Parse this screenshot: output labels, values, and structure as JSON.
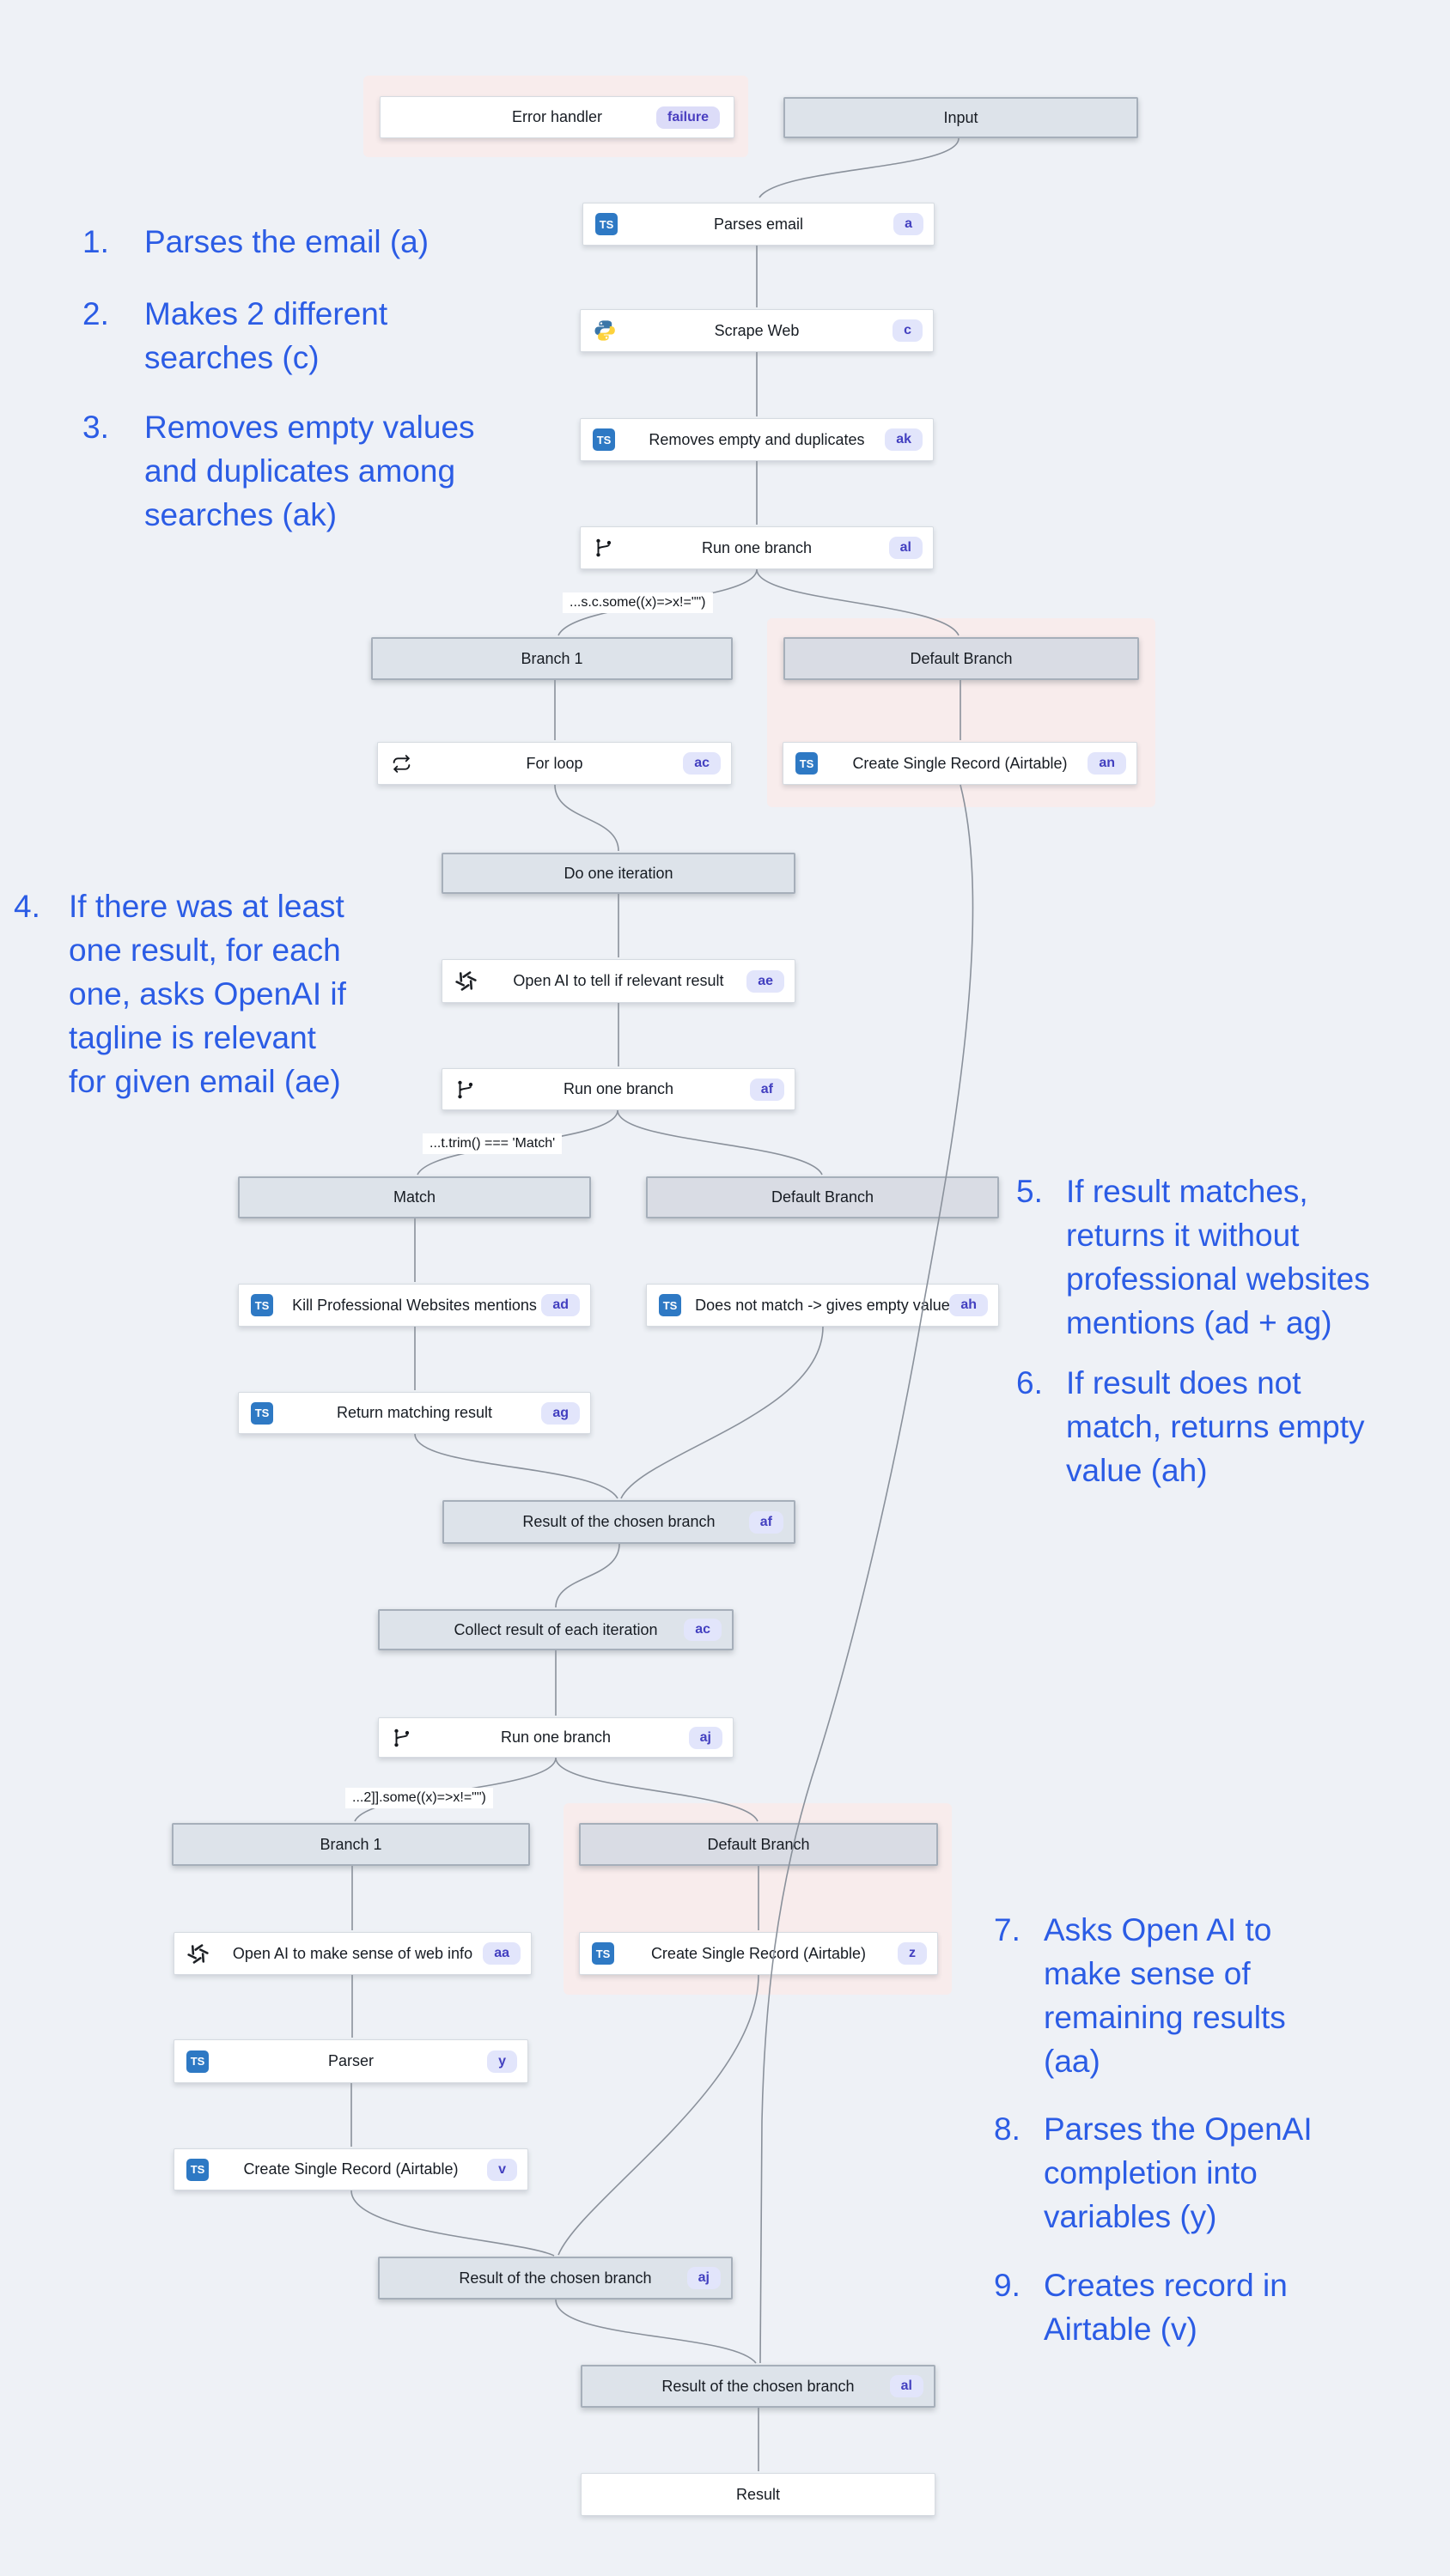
{
  "colors": {
    "background": "#eef1f6",
    "annotation_blue": "#2b5ce5",
    "badge_bg": "#e2e5fb",
    "badge_text": "#4340c0",
    "header_bg": "#dde3ea",
    "halo_pink": "#f8ecec",
    "typescript_blue": "#2e79c4",
    "connector_gray": "#8a919b"
  },
  "boxes": [
    {
      "label": "Error handler",
      "badge": "failure",
      "icon": "none"
    },
    {
      "label": "Input",
      "badge": "",
      "icon": "none"
    },
    {
      "label": "Parses email",
      "badge": "a",
      "icon": "typescript"
    },
    {
      "label": "Scrape Web",
      "badge": "c",
      "icon": "python"
    },
    {
      "label": "Removes empty and duplicates",
      "badge": "ak",
      "icon": "typescript"
    },
    {
      "label": "Run one branch",
      "badge": "al",
      "icon": "branch"
    },
    {
      "label": "Branch 1",
      "badge": "",
      "icon": "none"
    },
    {
      "label": "Default Branch",
      "badge": "",
      "icon": "none"
    },
    {
      "label": "For loop",
      "badge": "ac",
      "icon": "loop"
    },
    {
      "label": "Create Single Record (Airtable)",
      "badge": "an",
      "icon": "typescript"
    },
    {
      "label": "Do one iteration",
      "badge": "",
      "icon": "none"
    },
    {
      "label": "Open AI to tell if relevant result",
      "badge": "ae",
      "icon": "openai"
    },
    {
      "label": "Run one branch",
      "badge": "af",
      "icon": "branch"
    },
    {
      "label": "Match",
      "badge": "",
      "icon": "none"
    },
    {
      "label": "Default Branch",
      "badge": "",
      "icon": "none"
    },
    {
      "label": "Kill Professional Websites mentions",
      "badge": "ad",
      "icon": "typescript"
    },
    {
      "label": "Does not match -> gives empty value",
      "badge": "ah",
      "icon": "typescript"
    },
    {
      "label": "Return matching result",
      "badge": "ag",
      "icon": "typescript"
    },
    {
      "label": "Result of the chosen branch",
      "badge": "af",
      "icon": "none"
    },
    {
      "label": "Collect result of each iteration",
      "badge": "ac",
      "icon": "none"
    },
    {
      "label": "Run one branch",
      "badge": "aj",
      "icon": "branch"
    },
    {
      "label": "Branch 1",
      "badge": "",
      "icon": "none"
    },
    {
      "label": "Default Branch",
      "badge": "",
      "icon": "none"
    },
    {
      "label": "Open AI to make sense of web info",
      "badge": "aa",
      "icon": "openai"
    },
    {
      "label": "Create Single Record (Airtable)",
      "badge": "z",
      "icon": "typescript"
    },
    {
      "label": "Parser",
      "badge": "y",
      "icon": "typescript"
    },
    {
      "label": "Create Single Record (Airtable)",
      "badge": "v",
      "icon": "typescript"
    },
    {
      "label": "Result of the chosen branch",
      "badge": "aj",
      "icon": "none"
    },
    {
      "label": "Result of the chosen branch",
      "badge": "al",
      "icon": "none"
    },
    {
      "label": "Result",
      "badge": "",
      "icon": "none"
    }
  ],
  "conditions": [
    "...s.c.some((x)=>x!=\"\")",
    "...t.trim() === 'Match'",
    "...2]].some((x)=>x!=\"\")"
  ],
  "annotations": {
    "left": [
      {
        "num": "1.",
        "lines": [
          "Parses the email (a)"
        ]
      },
      {
        "num": "2.",
        "lines": [
          "Makes 2 different",
          "searches (c)"
        ]
      },
      {
        "num": "3.",
        "lines": [
          "Removes empty values",
          "and duplicates among",
          "searches (ak)"
        ]
      },
      {
        "num": "4.",
        "lines": [
          "If there was at least",
          "one result, for each",
          "one, asks OpenAI if",
          "tagline is relevant",
          "for given email (ae)"
        ]
      }
    ],
    "right": [
      {
        "num": "5.",
        "lines": [
          "If result matches,",
          "returns it without",
          "professional websites",
          "mentions (ad + ag)"
        ]
      },
      {
        "num": "6.",
        "lines": [
          "If result does not",
          "match, returns empty",
          "value (ah)"
        ]
      },
      {
        "num": "7.",
        "lines": [
          "Asks Open AI to",
          "make sense of",
          "remaining results",
          "(aa)"
        ]
      },
      {
        "num": "8.",
        "lines": [
          "Parses the OpenAI",
          "completion into",
          "variables (y)"
        ]
      },
      {
        "num": "9.",
        "lines": [
          "Creates record in",
          "Airtable (v)"
        ]
      }
    ]
  }
}
